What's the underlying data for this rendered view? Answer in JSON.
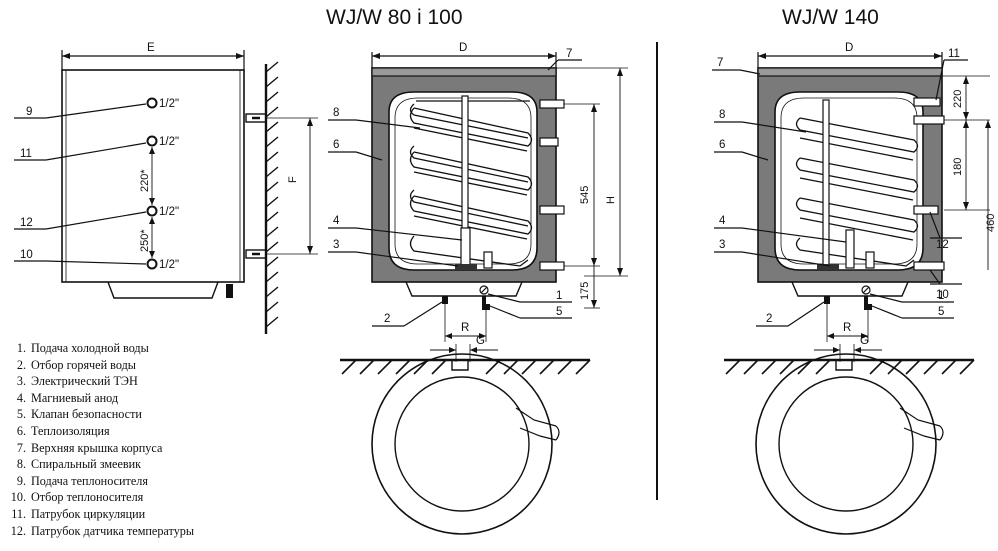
{
  "titles": {
    "left": "WJ/W 80 i 100",
    "right": "WJ/W 140"
  },
  "legend": [
    {
      "num": "1.",
      "text": "Подача холодной воды"
    },
    {
      "num": "2.",
      "text": "Отбор горячей воды"
    },
    {
      "num": "3.",
      "text": "Электрический ТЭН"
    },
    {
      "num": "4.",
      "text": "Магниевый анод"
    },
    {
      "num": "5.",
      "text": "Клапан безопасности"
    },
    {
      "num": "6.",
      "text": "Теплоизоляция"
    },
    {
      "num": "7.",
      "text": "Верхняя крышка корпуса"
    },
    {
      "num": "8.",
      "text": "Спиральный змеевик"
    },
    {
      "num": "9.",
      "text": "Подача теплоносителя"
    },
    {
      "num": "10.",
      "text": "Отбор теплоносителя"
    },
    {
      "num": "11.",
      "text": "Патрубок циркуляции"
    },
    {
      "num": "12.",
      "text": "Патрубок датчика температуры"
    }
  ],
  "side_view": {
    "dim_width": "E",
    "dim_mount": "F",
    "ports": [
      "1/2\"",
      "1/2\"",
      "1/2\"",
      "1/2\""
    ],
    "spacing_top": "220*",
    "spacing_bottom": "250*",
    "callouts": [
      "9",
      "11",
      "12",
      "10"
    ]
  },
  "front_80": {
    "dim_width": "D",
    "dim_height": "H",
    "dim_coil": "545",
    "dim_bottom": "175",
    "dim_r": "R",
    "dim_g": "G",
    "callouts": [
      "7",
      "8",
      "6",
      "4",
      "3",
      "1",
      "5",
      "2"
    ]
  },
  "front_140": {
    "dim_width": "D",
    "dim_top": "220",
    "dim_mid": "180",
    "dim_460": "460",
    "dim_r": "R",
    "dim_g": "G",
    "callouts": [
      "7",
      "11",
      "8",
      "6",
      "4",
      "3",
      "12",
      "10",
      "1",
      "5",
      "2"
    ]
  }
}
